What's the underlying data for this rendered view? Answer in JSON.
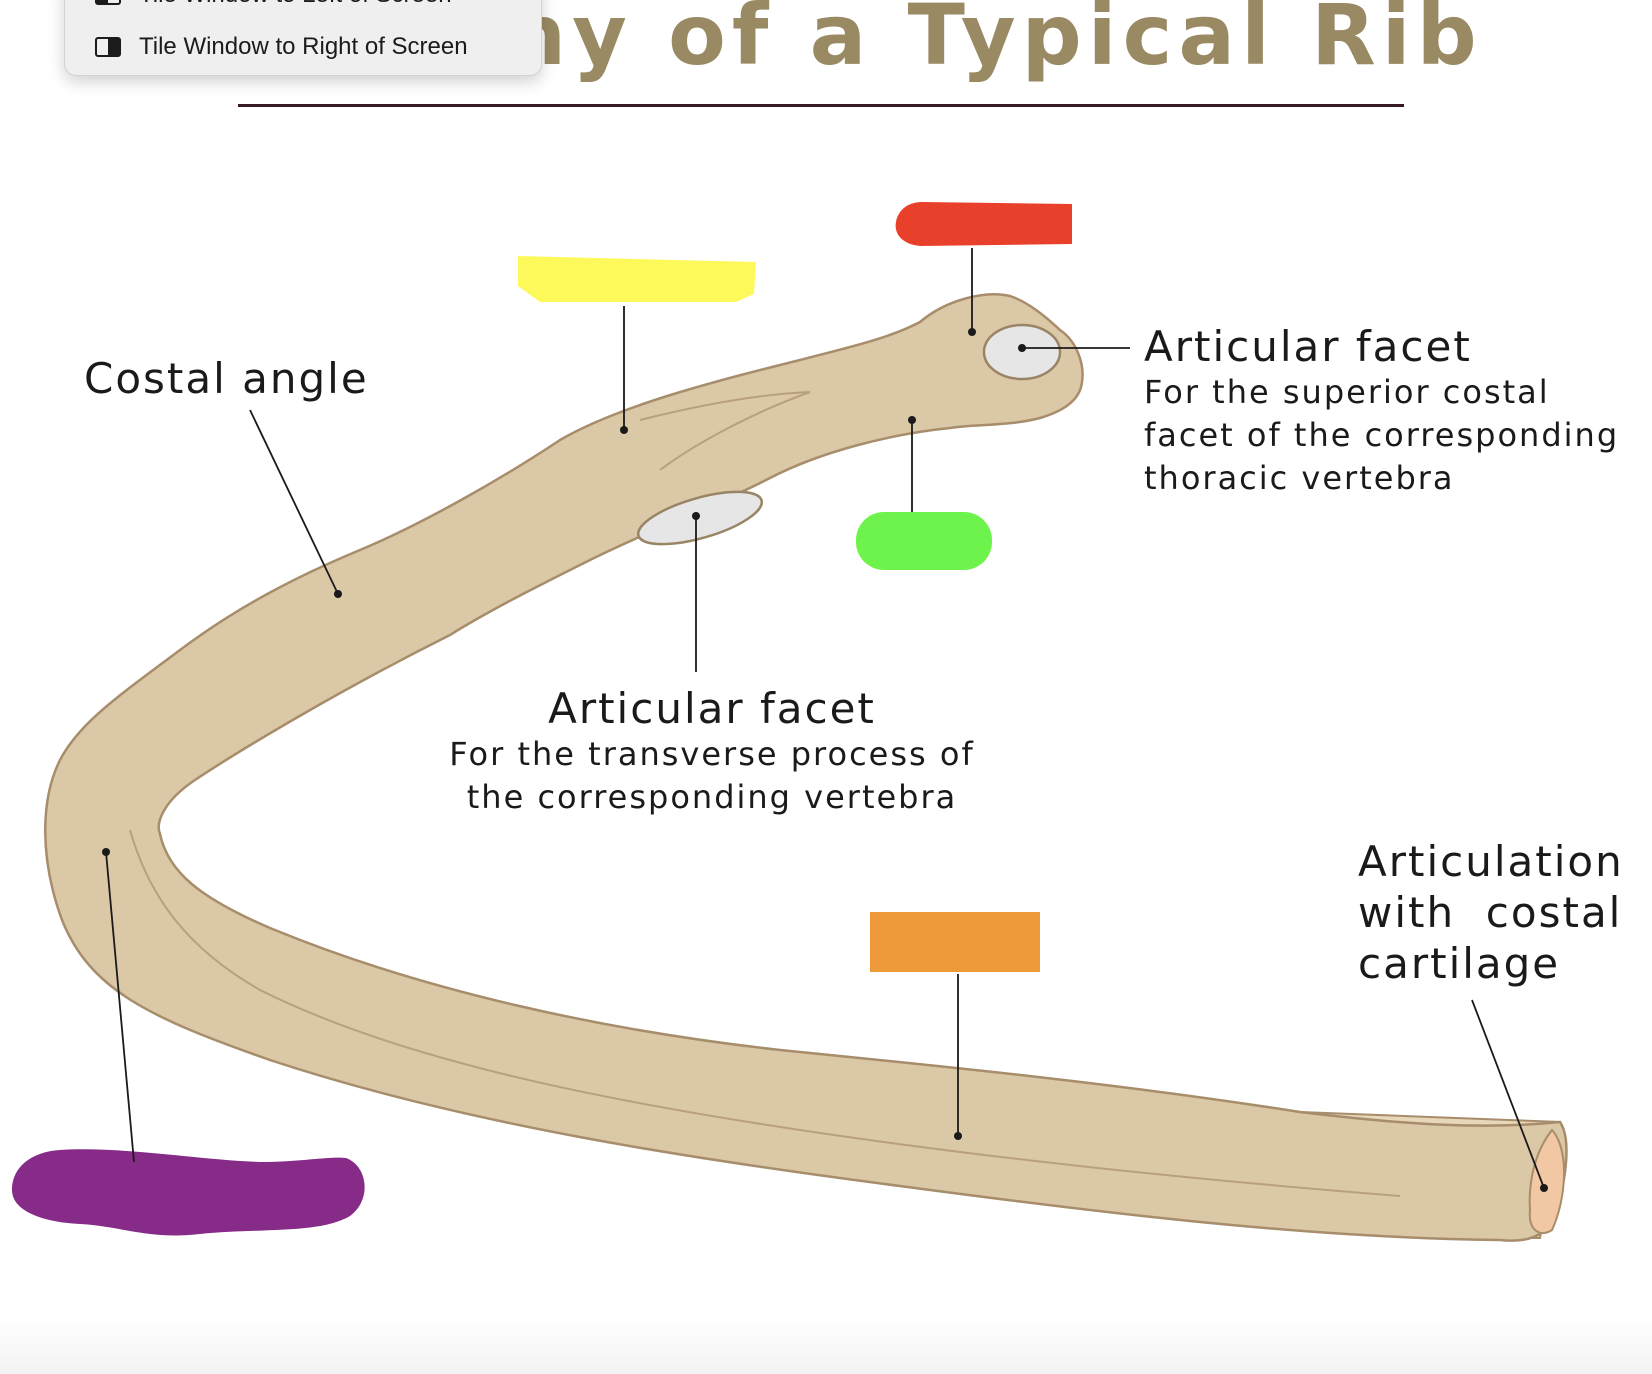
{
  "title": "Anatomy of a Typical Rib",
  "colors": {
    "title": "#9a8a63",
    "title_rule": "#3a1a22",
    "bone_fill": "#d9c6a3",
    "bone_light": "#efe0c3",
    "bone_outline": "#a78d6b",
    "facet": "#e6e6e6",
    "redacted_red": "#e8402a",
    "redacted_yellow": "#fef95a",
    "redacted_green": "#6ef34c",
    "redacted_orange": "#ef9a3a",
    "redacted_purple": "#862b88"
  },
  "context_menu": {
    "items": [
      {
        "label": "Tile Window to Left of Screen",
        "icon": "tile-left-icon"
      },
      {
        "label": "Tile Window to Right of Screen",
        "icon": "tile-right-icon"
      }
    ]
  },
  "labels": {
    "costal_angle": "Costal angle",
    "facet_head_title": "Articular facet",
    "facet_head_desc": [
      "For the superior costal",
      "facet of the corresponding",
      "thoracic vertebra"
    ],
    "facet_tubercle_title": "Articular facet",
    "facet_tubercle_desc": [
      "For the transverse process of",
      "the corresponding vertebra"
    ],
    "costal_cartilage": [
      "Articulation",
      "with  costal",
      "cartilage"
    ]
  }
}
